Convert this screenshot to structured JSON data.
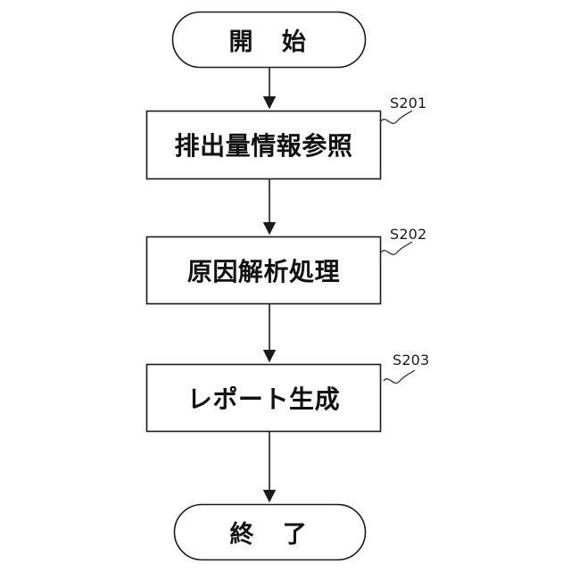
{
  "diagram": {
    "title": "Emission cause analysis flowchart",
    "background_color": "#ffffff",
    "stroke_color": "#1a1a1a",
    "text_color": "#111111"
  },
  "nodes": {
    "start": {
      "label": "開　始",
      "shape": "terminal"
    },
    "step1": {
      "label": "排出量情報参照",
      "shape": "process",
      "step_id": "S201"
    },
    "step2": {
      "label": "原因解析処理",
      "shape": "process",
      "step_id": "S202"
    },
    "step3": {
      "label": "レポート生成",
      "shape": "process",
      "step_id": "S203"
    },
    "end": {
      "label": "終　了",
      "shape": "terminal"
    }
  },
  "connectors": [
    {
      "from": "start",
      "to": "step1",
      "arrow": "down"
    },
    {
      "from": "step1",
      "to": "step2",
      "arrow": "down"
    },
    {
      "from": "step2",
      "to": "step3",
      "arrow": "down"
    },
    {
      "from": "step3",
      "to": "end",
      "arrow": "down"
    }
  ]
}
